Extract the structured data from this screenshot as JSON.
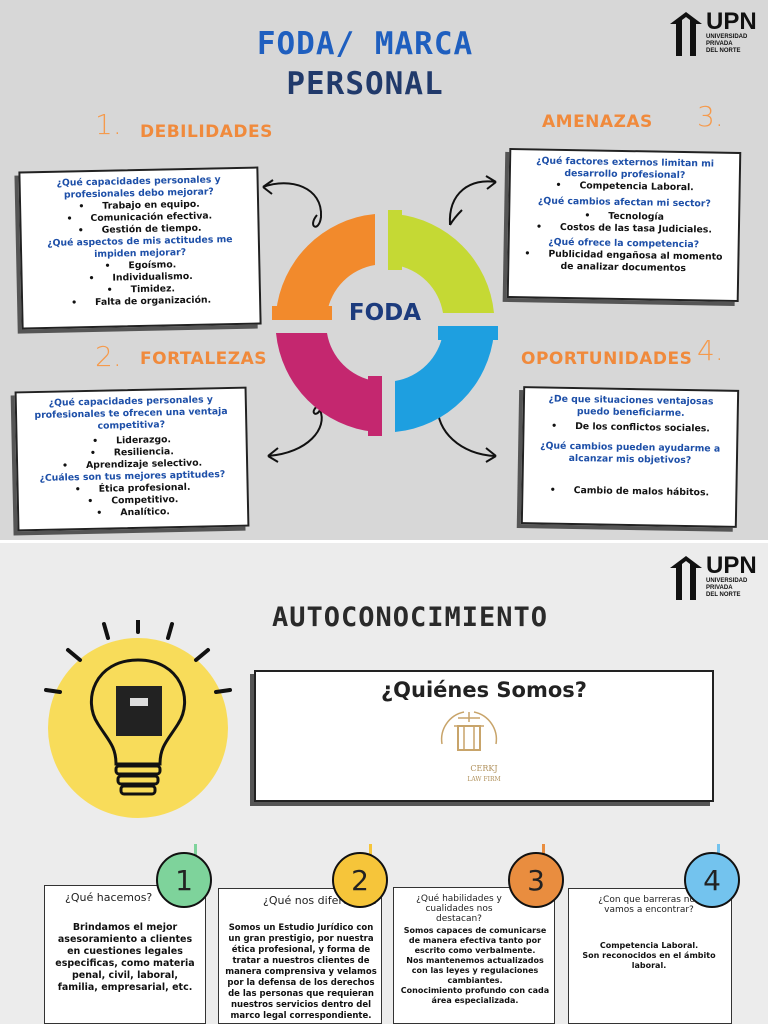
{
  "brand": {
    "name": "UPN",
    "line1": "UNIVERSIDAD",
    "line2": "PRIVADA",
    "line3": "DEL NORTE"
  },
  "foda": {
    "title_line1": "FODA/ MARCA",
    "title_line2": "PERSONAL",
    "center_label": "FODA",
    "colors": {
      "orange": "#f28a2c",
      "lime": "#c5d934",
      "magenta": "#c4276f",
      "blue": "#1e9fe0"
    },
    "debilidades": {
      "number": "1.",
      "heading": "DEBILIDADES",
      "q1": "¿Qué capacidades personales y profesionales debo mejorar?",
      "items1": [
        "Trabajo en equipo.",
        "Comunicación efectiva.",
        "Gestión de tiempo."
      ],
      "q2": "¿Qué aspectos de mis actitudes me impiden mejorar?",
      "items2": [
        "Egoísmo.",
        "Individualismo.",
        "Timidez.",
        "Falta de organización."
      ]
    },
    "amenazas": {
      "number": "3.",
      "heading": "AMENAZAS",
      "q1": "¿Qué factores externos limitan mi desarrollo profesional?",
      "items1": [
        "Competencia Laboral."
      ],
      "q2": "¿Qué cambios afectan mi sector?",
      "items2": [
        "Tecnología",
        "Costos de las tasa Judiciales."
      ],
      "q3": "¿Qué ofrece la competencia?",
      "items3": [
        "Publicidad engañosa al momento de analizar documentos"
      ]
    },
    "fortalezas": {
      "number": "2.",
      "heading": "FORTALEZAS",
      "q1": "¿Qué capacidades personales y profesionales te ofrecen una ventaja competitiva?",
      "items1": [
        "Liderazgo.",
        "Resiliencia.",
        "Aprendizaje selectivo."
      ],
      "q2": "¿Cuáles son tus mejores aptitudes?",
      "items2": [
        "Ética profesional.",
        "Competitivo.",
        "Analítico."
      ]
    },
    "oportunidades": {
      "number": "4.",
      "heading": "OPORTUNIDADES",
      "q1": "¿De que situaciones ventajosas puedo beneficiarme.",
      "items1": [
        "De los conflictos sociales."
      ],
      "q2": "¿Qué cambios pueden ayudarme a alcanzar mis objetivos?",
      "items2": [
        "Cambio de malos hábitos."
      ]
    }
  },
  "auto": {
    "title": "AUTOCONOCIMIENTO",
    "quienes_title": "¿Quiénes Somos?",
    "logo_name": "CERKJ",
    "logo_sub": "LAW FIRM",
    "cards": [
      {
        "number": "1",
        "color": "#7ed39b",
        "title": "¿Qué hacemos?",
        "body": "Brindamos el mejor asesoramiento a clientes en cuestiones legales especificas, como materia penal, civil, laboral, familia, empresarial, etc."
      },
      {
        "number": "2",
        "color": "#f6c53a",
        "title": "¿Qué nos diferencia?",
        "body": "Somos un Estudio Jurídico con un gran prestigio, por nuestra ética profesional, y forma de tratar a nuestros clientes de manera comprensiva y velamos por la defensa de los derechos de las personas que requieran nuestros servicios dentro del marco legal correspondiente."
      },
      {
        "number": "3",
        "color": "#e98d3f",
        "title": "¿Qué habilidades y cualidades nos destacan?",
        "items": [
          "Somos capaces de comunicarse de manera efectiva tanto por escrito como verbalmente.",
          "Nos mantenemos actualizados con las leyes y regulaciones cambiantes.",
          "Conocimiento profundo con cada área especializada."
        ]
      },
      {
        "number": "4",
        "color": "#73c3ee",
        "title": "¿Con que barreras nos vamos a encontrar?",
        "items": [
          "Competencia Laboral.",
          "Son reconocidos en el ámbito laboral."
        ]
      }
    ]
  }
}
